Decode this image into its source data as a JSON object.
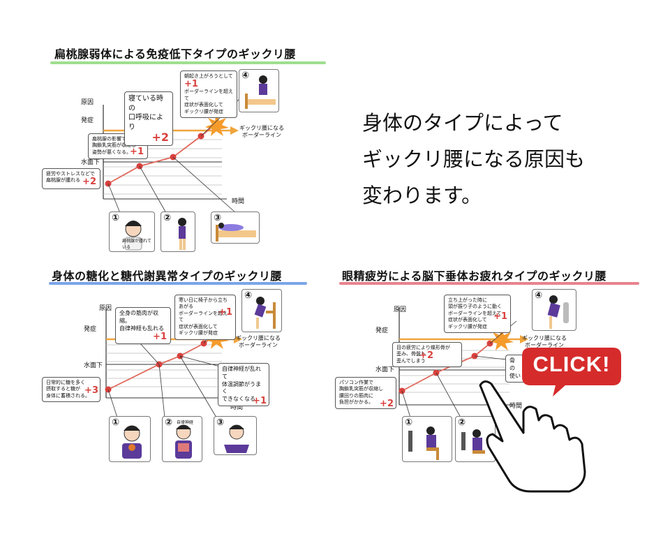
{
  "panels": [
    {
      "title": "扁桃腺弱体による免疫低下タイプのギックリ腰",
      "underline_color": "#7fd36a",
      "axis": {
        "cause": "原因",
        "onset": "発症",
        "water": "水面下",
        "time": "時間"
      },
      "border_label": [
        "ギックリ腰になる",
        "ボーダーライン"
      ],
      "steps": [
        {
          "text": [
            "疲労やストレスなどで",
            "扁桃腺が腫れる"
          ],
          "plus": "+2"
        },
        {
          "text": [
            "扁桃腺の影響で",
            "胸鎖乳突筋が収縮し",
            "姿勢が悪くなる。"
          ],
          "plus": "+1"
        },
        {
          "text": [
            "寝ている時の",
            "口呼吸により"
          ],
          "plus": "+2"
        },
        {
          "text": [
            "朝起き上がろうとして"
          ],
          "plus": "+1",
          "text2": [
            "ボーダーラインを超えて",
            "症状が表面化して",
            "ギックリ腰が発症"
          ]
        }
      ],
      "pics": [
        "①",
        "②",
        "③",
        "④"
      ],
      "pic_caption": "扁桃腺が腫れている"
    },
    {
      "title": "身体の糖化と糖代謝異常タイプのギックリ腰",
      "underline_color": "#4f86e0",
      "axis": {
        "cause": "原因",
        "onset": "発症",
        "water": "水面下",
        "time": "時間"
      },
      "border_label": [
        "ギックリ腰になる",
        "ボーダーライン"
      ],
      "steps": [
        {
          "text": [
            "日常的に糖を多く",
            "摂取すると糖が",
            "身体に蓄積される。"
          ],
          "plus": "+3"
        },
        {
          "text": [
            "全身の筋肉が収縮。",
            "自律神経も乱れる"
          ],
          "plus": "+1"
        },
        {
          "text": [
            "自律神経が乱れて",
            "体温調節がうまく",
            "できなくなる"
          ],
          "plus": "+1"
        },
        {
          "text": [
            "寒い日に椅子から立ちあがる",
            "ボーダーラインを超えて",
            "症状が表面化して",
            "ギックリ腰が発症"
          ],
          "plus": "+1"
        }
      ],
      "pics": [
        "①",
        "②",
        "③",
        "④"
      ],
      "pic_caption": "自律神経"
    },
    {
      "title": "眼精疲労による脳下垂体お疲れタイプのギックリ腰",
      "underline_color": "#e05a6a",
      "axis": {
        "cause": "原因",
        "onset": "発症",
        "water": "水面下",
        "time": "時間"
      },
      "border_label": [
        "ギックリ腰になる",
        "ボーダーライン"
      ],
      "steps": [
        {
          "text": [
            "パソコン作業で",
            "胸鎖乳突筋が収縮し",
            "腰回りの筋肉に",
            "負担がかかる。"
          ],
          "plus": "+2"
        },
        {
          "text": [
            "目の疲労により蝶形骨が",
            "歪み、骨盤も",
            "歪んでしまう"
          ],
          "plus": "+2"
        },
        {
          "text": [
            "骨",
            "の",
            "使い"
          ],
          "plus": ""
        },
        {
          "text": [
            "立ち上がった時に",
            "頭が振り子のように動く",
            "ボーダーラインを超えて",
            "症状が表面化して",
            "ギックリ腰が発症"
          ],
          "plus": "+1"
        }
      ],
      "pics": [
        "①",
        "②",
        "④"
      ]
    }
  ],
  "main_text": [
    "身体のタイプによって",
    "ギックリ腰になる原因も",
    "変わります。"
  ],
  "click_label": "CLICK!",
  "colors": {
    "arrow": "#f0a53c",
    "line": "#e0675a",
    "dot": "#d9413d",
    "red_text": "#d9413d"
  }
}
